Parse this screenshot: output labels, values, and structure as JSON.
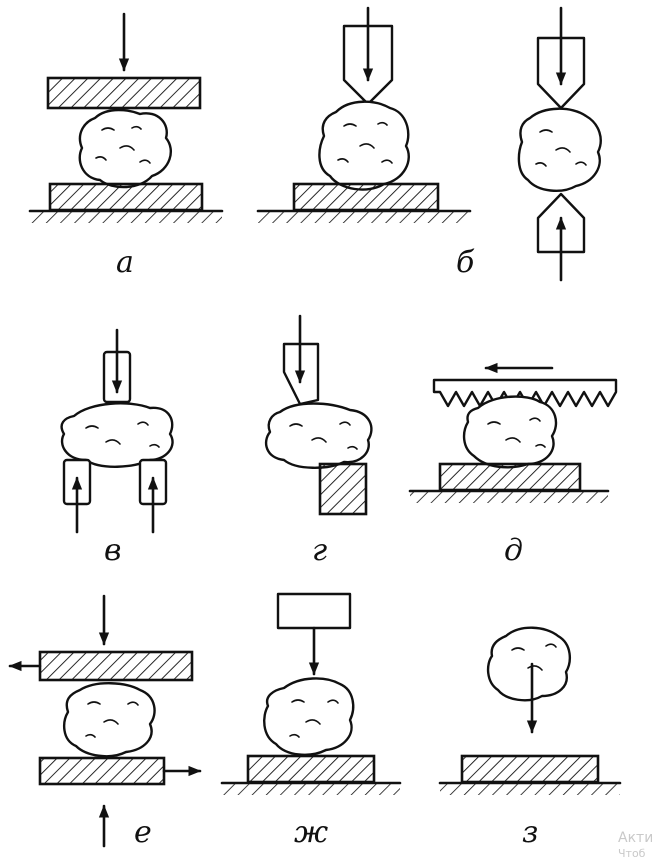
{
  "labels": {
    "a": "а",
    "b": "б",
    "v": "в",
    "g": "г",
    "d": "д",
    "e": "е",
    "zh": "ж",
    "z": "з"
  },
  "watermark": {
    "line1": "Акти",
    "line2": "Чтоб"
  }
}
